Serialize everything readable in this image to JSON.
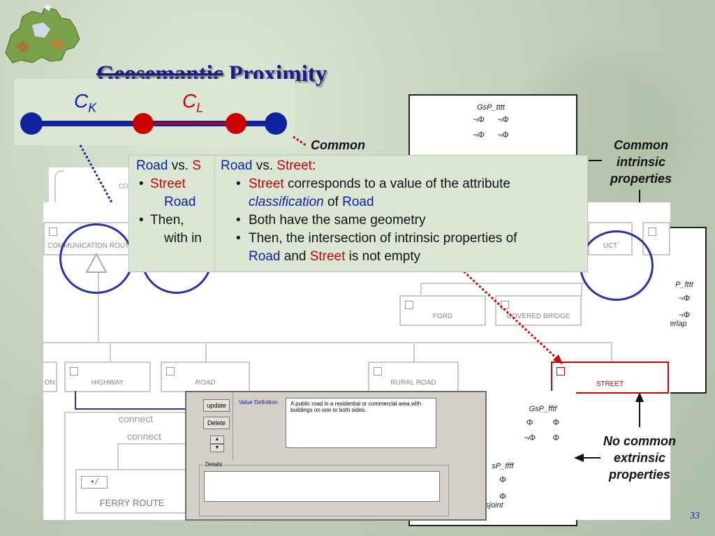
{
  "slide": {
    "title_prefix": "Geosemantic",
    "title_suffix": " Proximity",
    "page_number": "33"
  },
  "ckcl": {
    "ck": "C",
    "ck_sub": "K",
    "cl": "C",
    "cl_sub": "L"
  },
  "gsp": {
    "tttt": {
      "label": "GsP_tttt",
      "cells": [
        "¬Φ",
        "¬Φ",
        "¬Φ",
        "¬Φ"
      ]
    },
    "fttt": {
      "label": "P_fttt",
      "cells": [
        "¬Φ",
        "¬Φ"
      ],
      "note": "erlap"
    },
    "fftf": {
      "label": "GsP_fftf",
      "cells": [
        "Φ",
        "Φ",
        "¬Φ",
        "Φ"
      ]
    },
    "ffff": {
      "label": "sP_ffff",
      "cells": [
        "Φ",
        "Φ"
      ],
      "note": "sjoint"
    }
  },
  "callouts": {
    "common_extrinsic": "Common",
    "common_intrinsic_1": "Common",
    "common_intrinsic_2": "intrinsic",
    "common_intrinsic_3": "properties",
    "no_common_1": "No common",
    "no_common_2": "extrinsic",
    "no_common_3": "properties"
  },
  "diagram": {
    "top_fragment": "co",
    "nodes": {
      "communication_route": "COMMUNICATION ROUTE",
      "duct": "UCT",
      "ford": "FORD",
      "covered_bridge": "COVERED BRIDGE",
      "on": "ON",
      "highway": "HIGHWAY",
      "road": "ROAD",
      "rural_road": "RURAL ROAD",
      "street": "STREET",
      "ferry_route": "FERRY ROUTE"
    },
    "connect_1": "connect",
    "connect_2": "connect"
  },
  "back_text": {
    "heading_road": "Road",
    "heading_vs": " vs. ",
    "heading_s": "S",
    "line1_street": "Street",
    "line1b": "Road",
    "line2": "Then,",
    "line2b": "with in"
  },
  "front_text": {
    "heading_road": "Road",
    "heading_vs": " vs. ",
    "heading_street": "Street",
    "heading_colon": ":",
    "b1_street": "Street",
    "b1_rest": " corresponds to a value of the attribute",
    "b1_class": "classification",
    "b1_of": " of ",
    "b1_road": "Road",
    "b2": "Both have the same geometry",
    "b3": "Then, the intersection of intrinsic properties of",
    "b3_road": "Road",
    "b3_and": " and ",
    "b3_street": "Street",
    "b3_end": " is not empty",
    "bullet": "•"
  },
  "dialog": {
    "update": "update",
    "delete": "Delete",
    "value_def_label": "Value Definition",
    "value_def_text": "A public road in a residential or commercial area with buildings on one or both sides.",
    "details_label": "Details"
  },
  "colors": {
    "accent_blue": "#0b1fa8",
    "accent_red": "#cc0000",
    "title_blue": "#1a1a8c"
  }
}
